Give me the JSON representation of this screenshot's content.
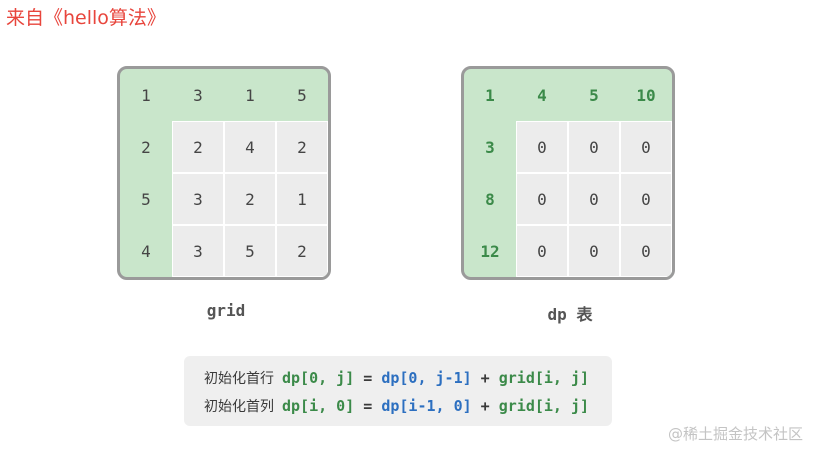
{
  "source_label": "来自《hello算法》",
  "grid": {
    "caption": "grid",
    "rows": [
      [
        "1",
        "3",
        "1",
        "5"
      ],
      [
        "2",
        "2",
        "4",
        "2"
      ],
      [
        "5",
        "3",
        "2",
        "1"
      ],
      [
        "4",
        "3",
        "5",
        "2"
      ]
    ]
  },
  "dp": {
    "caption": "dp 表",
    "rows": [
      [
        "1",
        "4",
        "5",
        "10"
      ],
      [
        "3",
        "0",
        "0",
        "0"
      ],
      [
        "8",
        "0",
        "0",
        "0"
      ],
      [
        "12",
        "0",
        "0",
        "0"
      ]
    ]
  },
  "formulas": [
    {
      "label": "初始化首行",
      "lhs": "dp[0, j]",
      "eq": " = ",
      "rhs1": "dp[0, j-1]",
      "plus": " + ",
      "rhs2": "grid[i, j]"
    },
    {
      "label": "初始化首列",
      "lhs": "dp[i, 0]",
      "eq": " = ",
      "rhs1": "dp[i-1, 0]",
      "plus": " + ",
      "rhs2": "grid[i, j]"
    }
  ],
  "colors": {
    "edge_cell_bg": "#c9e6cb",
    "inner_cell_bg": "#ececec",
    "highlight_text": "#3b8a49",
    "blue_text": "#2c6fc0",
    "source_label": "#e8453c"
  },
  "watermark": "@稀土掘金技术社区"
}
